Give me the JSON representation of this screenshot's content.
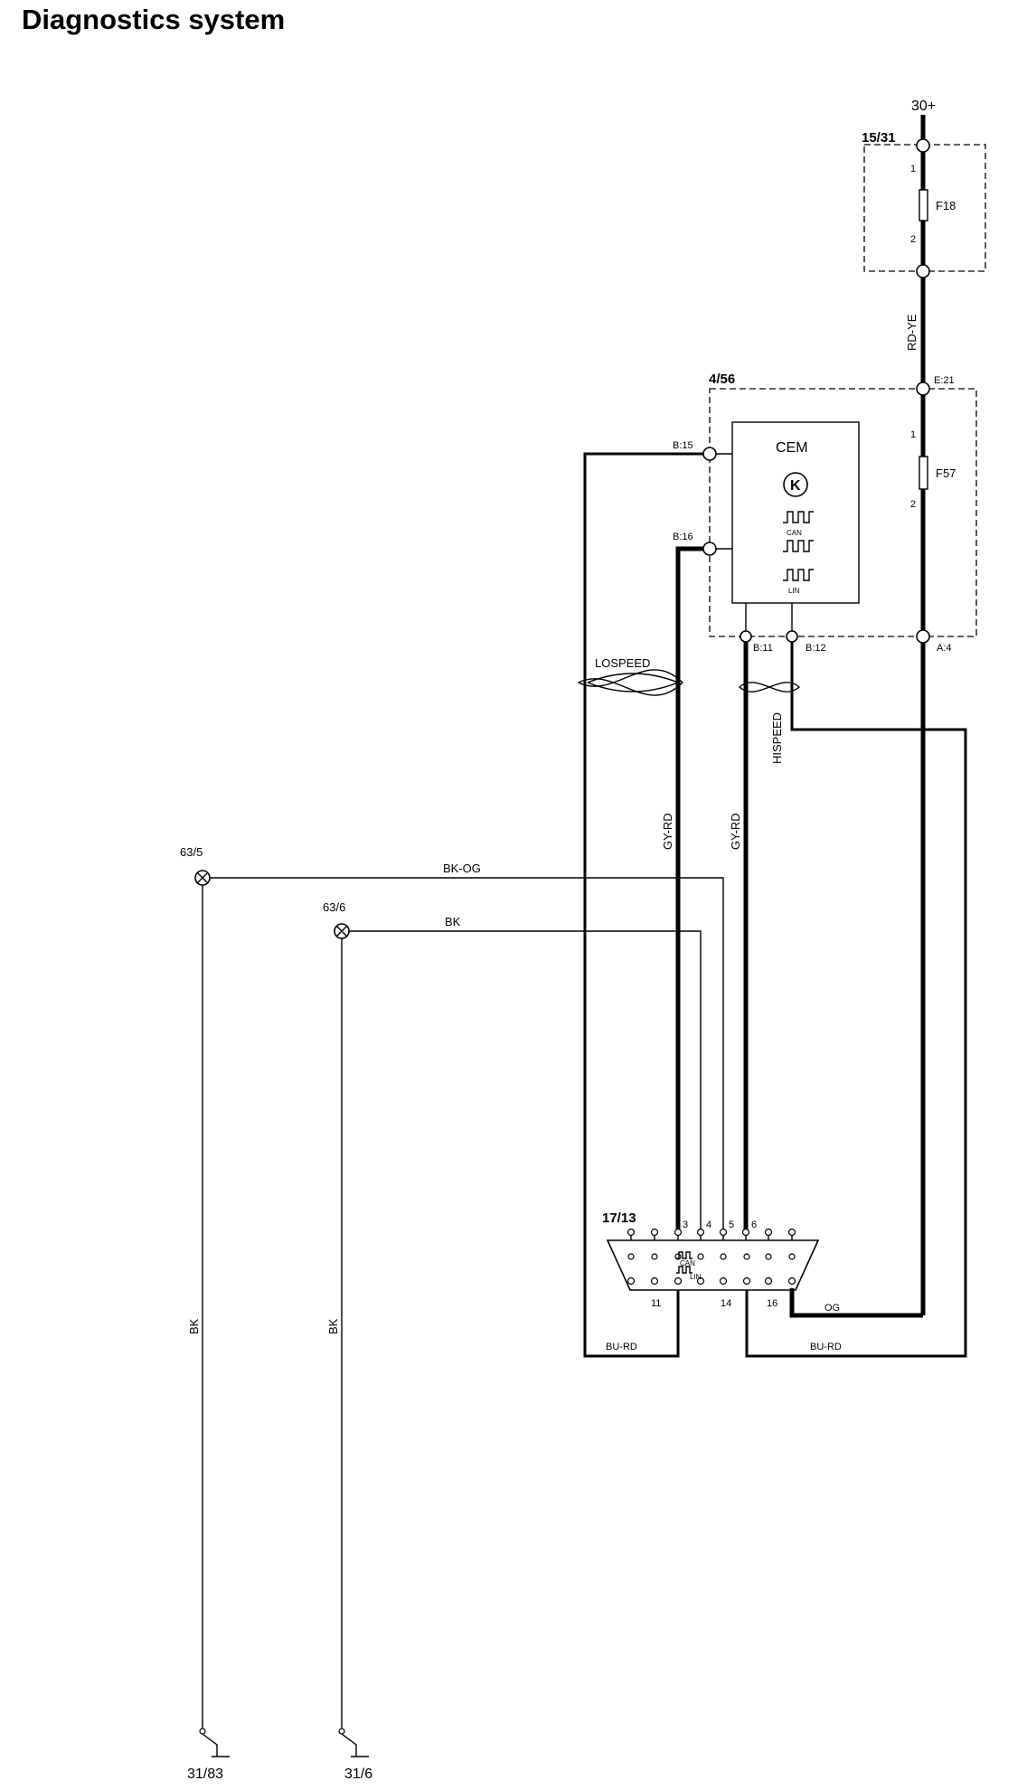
{
  "title": "Diagnostics system",
  "power": {
    "label": "30+"
  },
  "fuse_box": {
    "ref": "15/31",
    "fuse": "F18",
    "pin_in": "1",
    "pin_out": "2"
  },
  "cem_module": {
    "ref": "4/56",
    "name": "CEM",
    "k_symbol": "K",
    "bus_labels": [
      "CAN",
      "LIN"
    ],
    "fuse": "F57",
    "fuse_pin_in": "1",
    "fuse_pin_out": "2",
    "connectors": [
      "E:21",
      "B:15",
      "B:16",
      "B:11",
      "B:12",
      "A:4"
    ]
  },
  "twisted_pairs": [
    "LOSPEED",
    "HISPEED"
  ],
  "wire_colors": [
    "RD-YE",
    "GY-RD",
    "GY-RD",
    "BK-OG",
    "BK",
    "BK",
    "BK",
    "BU-RD",
    "BU-RD",
    "OG"
  ],
  "ground_points": [
    "63/5",
    "63/6"
  ],
  "dlc": {
    "ref": "17/13",
    "top_pins": [
      "3",
      "4",
      "5",
      "6"
    ],
    "bottom_pins": [
      "11",
      "14",
      "16"
    ],
    "bus_labels": [
      "CAN",
      "LIN"
    ]
  },
  "grounds": [
    "31/83",
    "31/6"
  ]
}
